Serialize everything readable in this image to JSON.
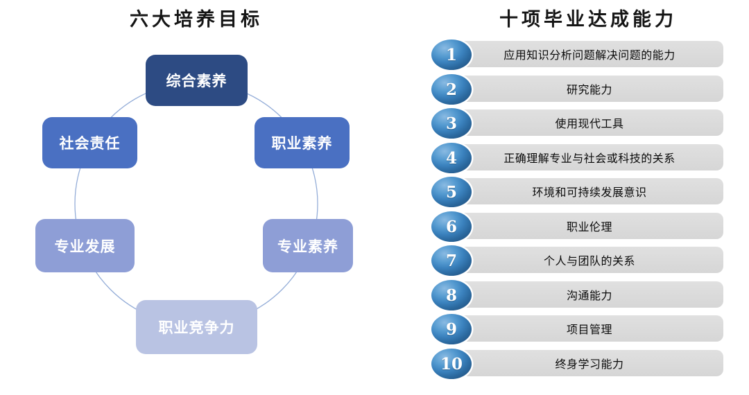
{
  "left_panel": {
    "title": "六大培养目标",
    "circle_color": "#94ADD8",
    "nodes": [
      {
        "label": "综合素养",
        "color": "#2D4B83"
      },
      {
        "label": "社会责任",
        "color": "#4A70C2"
      },
      {
        "label": "职业素养",
        "color": "#4A70C2"
      },
      {
        "label": "专业发展",
        "color": "#8E9ED6"
      },
      {
        "label": "专业素养",
        "color": "#8E9ED6"
      },
      {
        "label": "职业竞争力",
        "color": "#B9C3E3"
      }
    ]
  },
  "right_panel": {
    "title": "十项毕业达成能力",
    "badge_color": "#3B82BE",
    "bar_color": "#D9D9D9",
    "items": [
      {
        "num": "1",
        "label": "应用知识分析问题解决问题的能力"
      },
      {
        "num": "2",
        "label": "研究能力"
      },
      {
        "num": "3",
        "label": "使用现代工具"
      },
      {
        "num": "4",
        "label": "正确理解专业与社会或科技的关系"
      },
      {
        "num": "5",
        "label": "环境和可持续发展意识"
      },
      {
        "num": "6",
        "label": "职业伦理"
      },
      {
        "num": "7",
        "label": "个人与团队的关系"
      },
      {
        "num": "8",
        "label": "沟通能力"
      },
      {
        "num": "9",
        "label": "项目管理"
      },
      {
        "num": "10",
        "label": "终身学习能力"
      }
    ]
  }
}
